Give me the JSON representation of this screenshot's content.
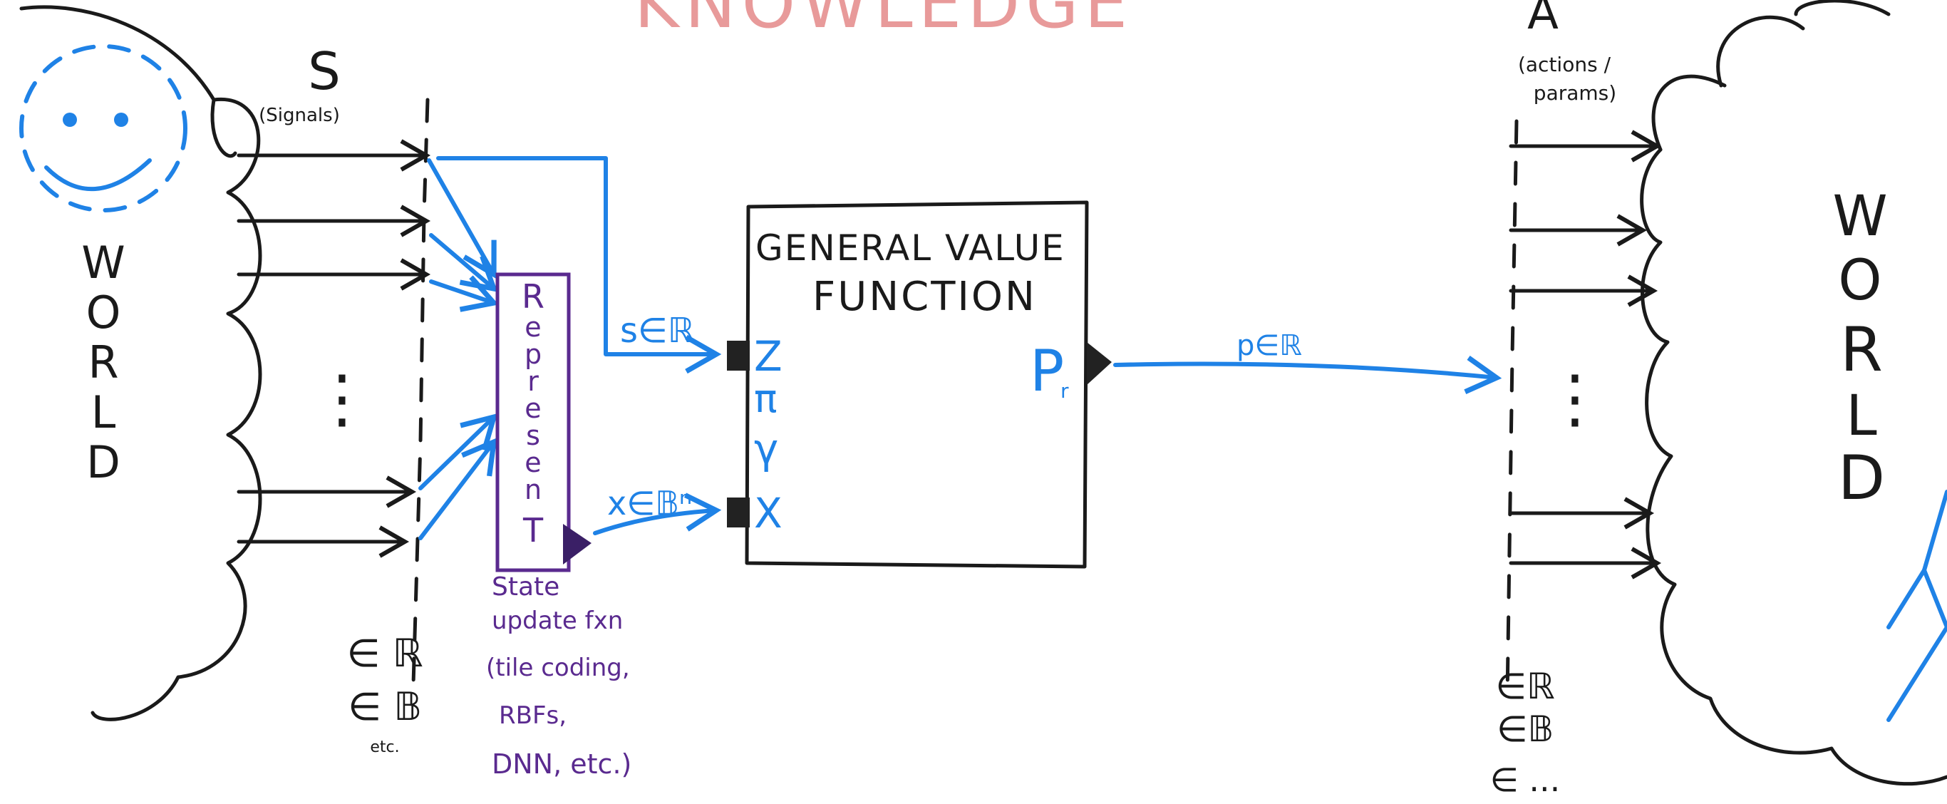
{
  "title": "KNOWLEDGE",
  "left_world": {
    "label": "WORLD",
    "letters": [
      "W",
      "O",
      "R",
      "L",
      "D"
    ]
  },
  "right_world": {
    "label": "WORLD",
    "letters": [
      "W",
      "O",
      "R",
      "L",
      "D"
    ]
  },
  "signals": {
    "symbol": "S",
    "caption": "(Signals)",
    "ellipsis": "⋮",
    "types": [
      "∈ ℝ",
      "∈ 𝔹",
      "etc."
    ]
  },
  "represent": {
    "letters": [
      "R",
      "e",
      "p",
      "r",
      "e",
      "s",
      "e",
      "n",
      "T"
    ],
    "caption_lines": [
      "State",
      "update fxn",
      "(tile coding,",
      "RBFs,",
      "DNN, etc.)"
    ]
  },
  "gvf": {
    "title_lines": [
      "GENERAL VALUE",
      "FUNCTION"
    ],
    "inputs": [
      "Z",
      "π",
      "γ",
      "X"
    ],
    "output": "P",
    "output_sub": "r"
  },
  "edges": {
    "s_label": "s∈ℝ",
    "x_label": "x∈𝔹ⁿ",
    "p_label": "p∈ℝ"
  },
  "actions": {
    "symbol": "A",
    "caption_lines": [
      "(actions /",
      "params)"
    ],
    "ellipsis": "⋮",
    "types": [
      "∈ℝ",
      "∈𝔹",
      "∈ ..."
    ]
  },
  "colors": {
    "black_ink": "#1a1a1a",
    "blue_ink": "#1f82e6",
    "purple_ink": "#5a2a8f",
    "red_ink": "#e89a9a"
  }
}
